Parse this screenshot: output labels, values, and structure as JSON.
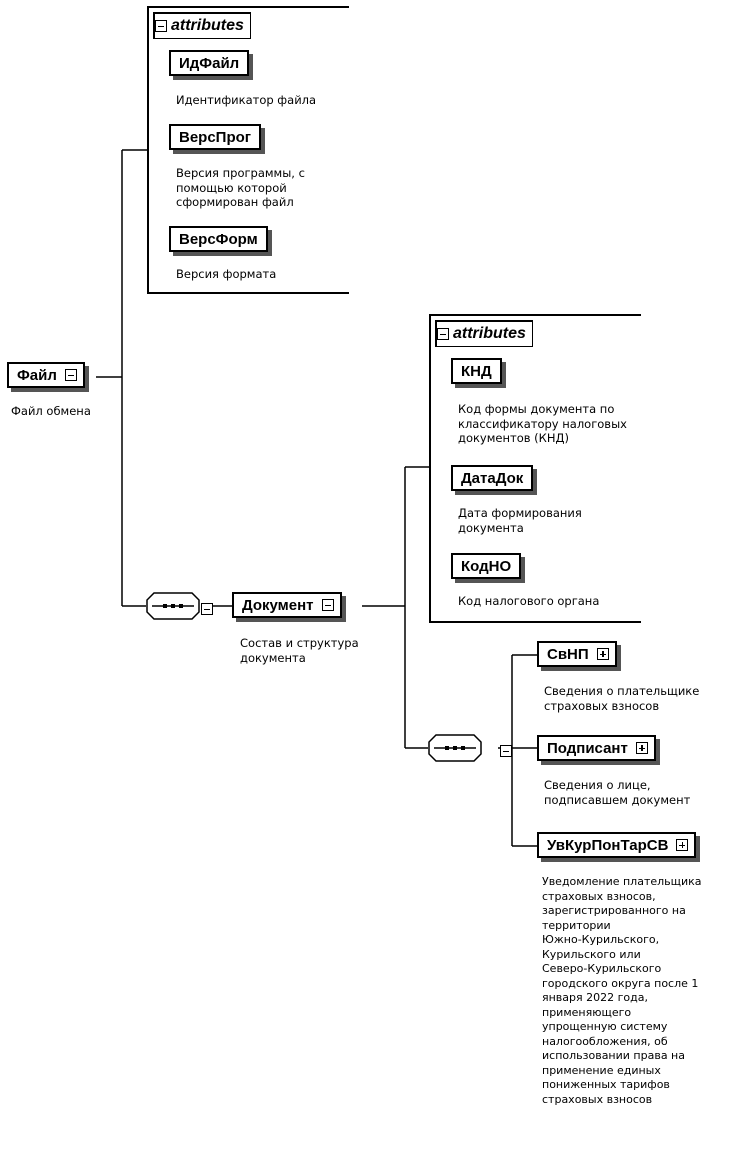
{
  "root": {
    "name": "Файл",
    "desc": "Файл обмена"
  },
  "attributes_group_1": {
    "header": "attributes",
    "items": [
      {
        "name": "ИдФайл",
        "desc": "Идентификатор файла"
      },
      {
        "name": "ВерсПрог",
        "desc": "Версия программы, с\nпомощью которой\nсформирован файл"
      },
      {
        "name": "ВерсФорм",
        "desc": "Версия формата"
      }
    ]
  },
  "document": {
    "name": "Документ",
    "desc": "Состав и структура\nдокумента"
  },
  "attributes_group_2": {
    "header": "attributes",
    "items": [
      {
        "name": "КНД",
        "desc": "Код формы документа по\nклассификатору налоговых\nдокументов (КНД)"
      },
      {
        "name": "ДатаДок",
        "desc": "Дата формирования\nдокумента"
      },
      {
        "name": "КодНО",
        "desc": "Код налогового органа"
      }
    ]
  },
  "children": [
    {
      "name": "СвНП",
      "desc": "Сведения о плательщике\nстраховых взносов"
    },
    {
      "name": "Подписант",
      "desc": "Сведения о лице,\nподписавшем документ"
    },
    {
      "name": "УвКурПонТарСВ",
      "desc": "Уведомление плательщика\nстраховых взносов,\nзарегистрированного на\nтерритории\nЮжно-Курильского,\nКурильского или\nСеверо-Курильского\nгородского округа после 1\nянваря 2022 года,\nприменяющего\nупрощенную систему\nналогообложения, об\nиспользовании права на\nприменение единых\nпониженных тарифов\nстраховых взносов"
    }
  ]
}
